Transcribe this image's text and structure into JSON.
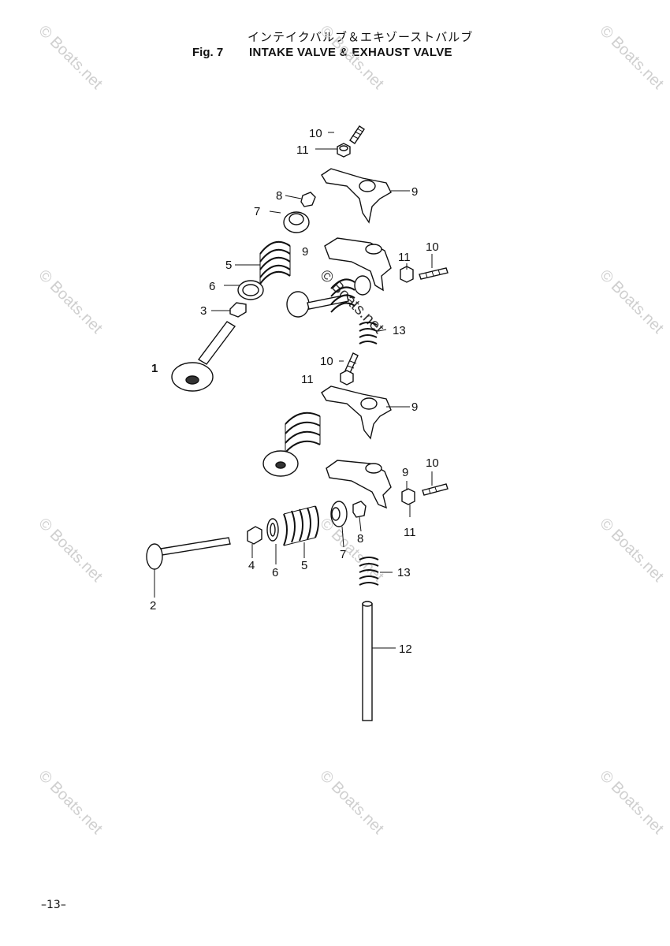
{
  "header": {
    "title_jp": "インテイクバルブ＆エキゾーストバルブ",
    "fig_label": "Fig. 7",
    "title_en": "INTAKE VALVE & EXHAUST VALVE"
  },
  "watermark": "© Boats.net",
  "callouts": {
    "c1": "1",
    "c2": "2",
    "c3": "3",
    "c4": "4",
    "c5a": "5",
    "c5b": "5",
    "c6a": "6",
    "c6b": "6",
    "c7a": "7",
    "c7b": "7",
    "c8a": "8",
    "c8b": "8",
    "c9a": "9",
    "c9b": "9",
    "c9c": "9",
    "c9d": "9",
    "c10a": "10",
    "c10b": "10",
    "c10c": "10",
    "c10d": "10",
    "c11a": "11",
    "c11b": "11",
    "c11c": "11",
    "c11d": "11",
    "c12": "12",
    "c13a": "13",
    "c13b": "13"
  },
  "page_number": "–13–"
}
